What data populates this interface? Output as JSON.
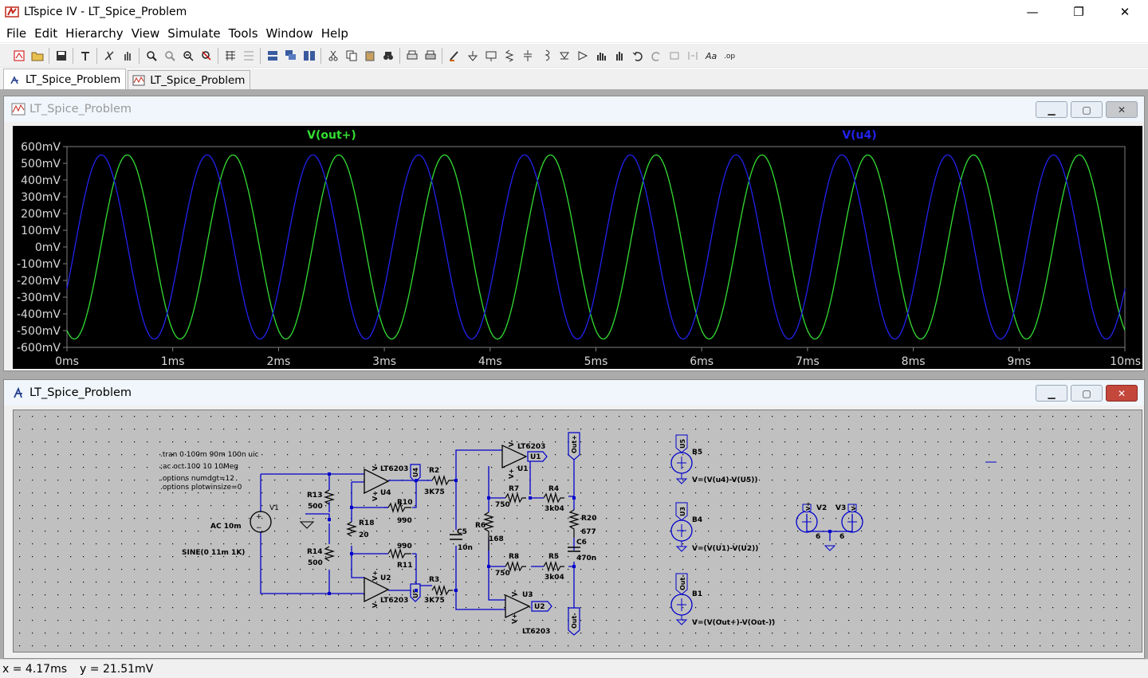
{
  "window": {
    "title": "LTspice IV - LT_Spice_Problem",
    "minimize": "—",
    "maximize": "❐",
    "close": "✕"
  },
  "menu": [
    "File",
    "Edit",
    "Hierarchy",
    "View",
    "Simulate",
    "Tools",
    "Window",
    "Help"
  ],
  "tabs": [
    {
      "label": "LT_Spice_Problem",
      "icon": "schematic-icon",
      "active": true
    },
    {
      "label": "LT_Spice_Problem",
      "icon": "waveform-icon",
      "active": false
    }
  ],
  "waveform_window": {
    "title": "LT_Spice_Problem"
  },
  "schematic_window": {
    "title": "LT_Spice_Problem"
  },
  "chart_data": {
    "type": "line",
    "background": "#000000",
    "x_ticks": [
      "0ms",
      "1ms",
      "2ms",
      "3ms",
      "4ms",
      "5ms",
      "6ms",
      "7ms",
      "8ms",
      "9ms",
      "10ms"
    ],
    "y_ticks": [
      "600mV",
      "500mV",
      "400mV",
      "300mV",
      "200mV",
      "100mV",
      "0mV",
      "-100mV",
      "-200mV",
      "-300mV",
      "-400mV",
      "-500mV",
      "-600mV"
    ],
    "xlim_ms": [
      0,
      10
    ],
    "ylim_mV": [
      -600,
      600
    ],
    "series": [
      {
        "name": "V(out+)",
        "color": "#33dd33",
        "amplitude_mV": 550,
        "frequency_kHz": 1,
        "phase_deg": -115
      },
      {
        "name": "V(u4)",
        "color": "#2222ee",
        "amplitude_mV": 550,
        "frequency_kHz": 1,
        "phase_deg": -27
      }
    ]
  },
  "schematic": {
    "directives": [
      ".tran 0 100m 90m 100n uic",
      ";ac oct 100 10 10Meg",
      ".options numdgt=12",
      ".options plotwinsize=0"
    ],
    "sources": {
      "v1": "V1",
      "ac": "AC 10m",
      "sine": "SINE(0 11m 1K)",
      "v2": "V2",
      "v3": "V3",
      "v2_val": "6",
      "v3_val": "6",
      "vplus": "V+",
      "vminus": "V-"
    },
    "resistors": {
      "r13": "R13",
      "r13v": "500",
      "r14": "R14",
      "r14v": "500",
      "r18": "R18",
      "r18v": "20",
      "r10": "R10",
      "r10v": "990",
      "r11": "R11",
      "r11v": "990",
      "r2": "R2",
      "r2v": "3K75",
      "r3": "R3",
      "r3v": "3K75",
      "r7": "R7",
      "r7v": "750",
      "r8": "R8",
      "r8v": "750",
      "r6": "R6",
      "r6v": "168",
      "r4": "R4",
      "r4v": "3k04",
      "r5": "R5",
      "r5v": "3k04",
      "r20": "R20",
      "r20v": "677"
    },
    "caps": {
      "c5": "C5",
      "c5v": "10n",
      "c6": "C6",
      "c6v": "470n"
    },
    "opamps": {
      "part": "LT6203",
      "u1": "U1",
      "u2": "U2",
      "u3": "U3",
      "u4": "U4"
    },
    "labels": {
      "u4": "U4",
      "u5": "U5",
      "u1": "U1",
      "u2": "U2",
      "out_plus": "Out+",
      "out_minus": "Out-",
      "u3": "U3"
    },
    "bsources": [
      {
        "name": "B5",
        "label": "U5",
        "expr": "V=(V(u4)-V(U5))"
      },
      {
        "name": "B4",
        "label": "U3",
        "expr": "V=(V(U1)-V(U2))"
      },
      {
        "name": "B1",
        "label": "Out-",
        "expr": "V=(V(Out+)-V(Out-))"
      }
    ]
  },
  "status": {
    "x": "x = 4.17ms",
    "y": "y = 21.51mV"
  }
}
